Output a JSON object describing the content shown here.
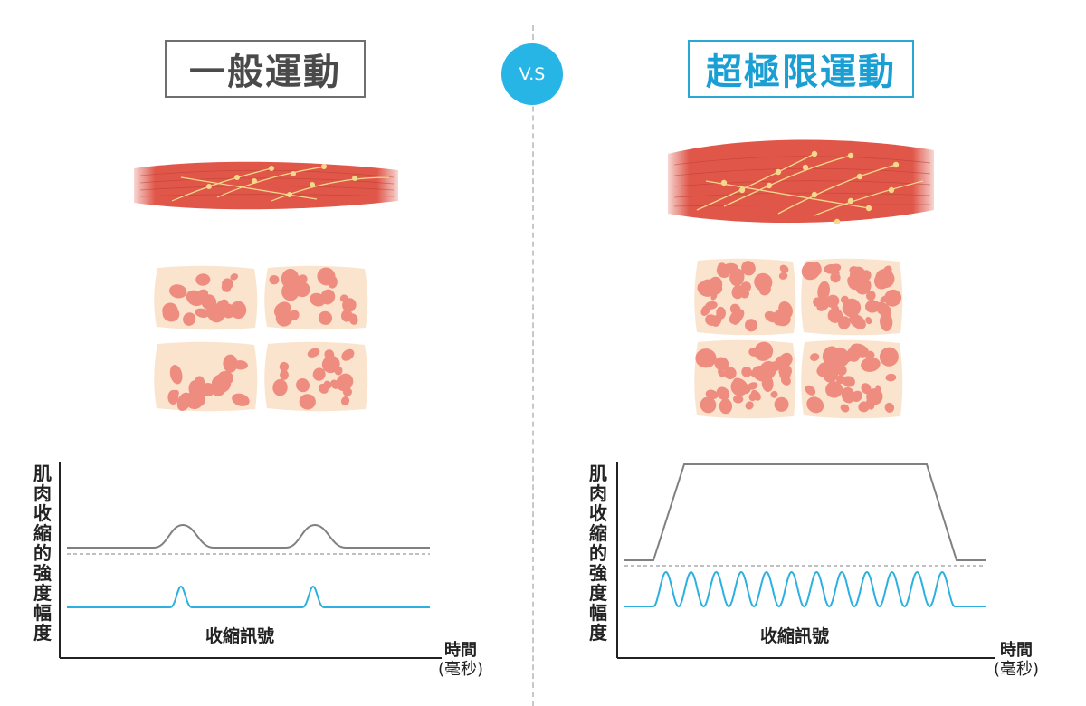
{
  "left_panel": {
    "title": "一般運動",
    "chart": {
      "ylabel": "肌肉收縮的強度幅度",
      "signal_label": "收縮訊號",
      "xlabel_line1": "時間",
      "xlabel_line2": "(毫秒)"
    }
  },
  "vs_label": "V.S",
  "right_panel": {
    "title": "超極限運動",
    "chart": {
      "ylabel": "肌肉收縮的強度幅度",
      "signal_label": "收縮訊號",
      "xlabel_line1": "時間",
      "xlabel_line2": "(毫秒)"
    }
  },
  "colors": {
    "contraction_line": "#808080",
    "signal_line": "#2bb0e0",
    "muscle_red": "#e0574a",
    "nerve_yellow": "#f4d98a",
    "tissue_bg": "#fbe4cd",
    "cell_pink": "#ee8c80",
    "vs_circle": "#27b5e6"
  },
  "chart_data": [
    {
      "type": "line",
      "panel": "left",
      "series": [
        {
          "values": [
            0,
            0,
            1,
            0,
            0,
            1,
            0,
            0
          ]
        },
        {
          "values": [
            0,
            0,
            1,
            0,
            0,
            1,
            0,
            0
          ]
        }
      ]
    },
    {
      "type": "line",
      "panel": "right",
      "series": [
        {
          "values": [
            0,
            0,
            1,
            1,
            1,
            0,
            0
          ]
        },
        {
          "values": [
            0,
            1,
            0,
            1,
            0,
            1,
            0,
            1,
            0,
            1,
            0,
            1,
            0,
            1,
            0,
            1,
            0,
            1,
            0,
            1,
            0,
            1,
            0,
            1,
            0
          ]
        }
      ]
    }
  ]
}
